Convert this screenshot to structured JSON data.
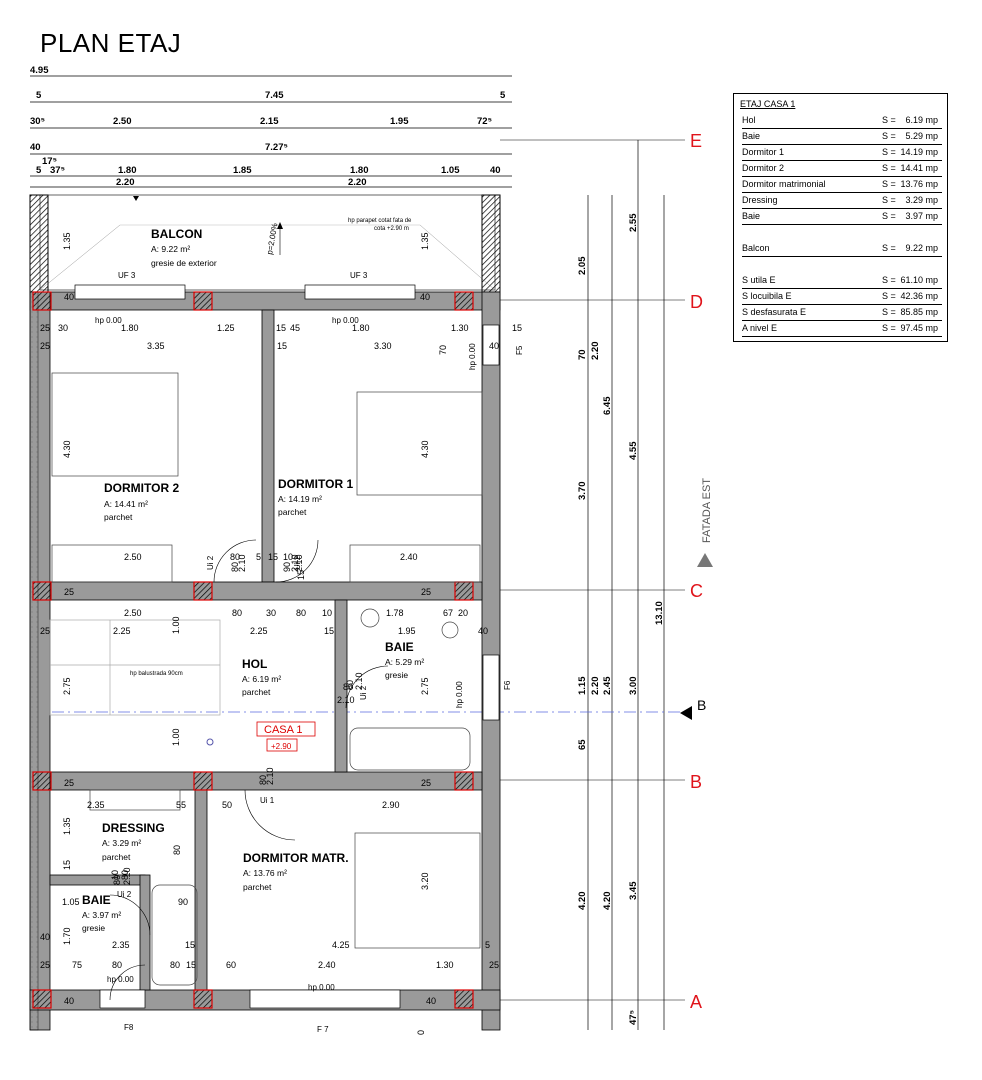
{
  "title": "PLAN ETAJ",
  "table": {
    "header": "ETAJ CASA 1",
    "rows": [
      {
        "name": "Hol",
        "value": "6.19 mp"
      },
      {
        "name": "Baie",
        "value": "5.29 mp"
      },
      {
        "name": "Dormitor 1",
        "value": "14.19 mp"
      },
      {
        "name": "Dormitor 2",
        "value": "14.41 mp"
      },
      {
        "name": "Dormitor matrimonial",
        "value": "13.76 mp"
      },
      {
        "name": "Dressing",
        "value": "3.29 mp"
      },
      {
        "name": "Baie",
        "value": "3.97 mp"
      },
      {
        "name": "Balcon",
        "value": "9.22 mp"
      },
      {
        "name": "S utila E",
        "value": "61.10 mp"
      },
      {
        "name": "S locuibila E",
        "value": "42.36 mp"
      },
      {
        "name": "S desfasurata E",
        "value": "85.85 mp"
      },
      {
        "name": "A nivel E",
        "value": "97.45 mp"
      }
    ],
    "s_label": "S ="
  },
  "axes": {
    "e": "E",
    "d": "D",
    "c": "C",
    "b_right": "B",
    "b": "B",
    "a": "A"
  },
  "facade": "FATADA EST",
  "rooms": {
    "balcon": {
      "name": "BALCON",
      "area": "A: 9.22 m²",
      "finish": "gresie de exterior"
    },
    "dormitor2": {
      "name": "DORMITOR 2",
      "area": "A: 14.41 m²",
      "finish": "parchet"
    },
    "dormitor1": {
      "name": "DORMITOR 1",
      "area": "A: 14.19 m²",
      "finish": "parchet"
    },
    "hol": {
      "name": "HOL",
      "area": "A: 6.19 m²",
      "finish": "parchet"
    },
    "baie1": {
      "name": "BAIE",
      "area": "A: 5.29 m²",
      "finish": "gresie"
    },
    "dressing": {
      "name": "DRESSING",
      "area": "A: 3.29 m²",
      "finish": "parchet"
    },
    "dormitor_matr": {
      "name": "DORMITOR MATR.",
      "area": "A: 13.76 m²",
      "finish": "parchet"
    },
    "baie2": {
      "name": "BAIE",
      "area": "A: 3.97 m²",
      "finish": "gresie"
    }
  },
  "labels": {
    "casa": "CASA 1",
    "level": "+2.90",
    "parapet": "hp parapet cotat fata de",
    "parapet2": "cota +2.90 m",
    "slope": "p=2.00%",
    "balustrada": "hp balustrada 90cm",
    "uf3a": "UF 3",
    "uf3b": "UF 3",
    "hp_a": "hp 0.00",
    "hp_b": "hp 0.00",
    "hp_c": "hp 0.00",
    "hp_d": "hp 0.00",
    "hp_e": "hp 0.00",
    "hp_f": "hp 0.00",
    "hp_g": "hp 0.00",
    "f5": "F5",
    "f6": "F6",
    "f7": "F 7",
    "f8": "F8",
    "ui2a": "Ui 2",
    "ui2b": "Ui 2",
    "ui2c": "Ui 2",
    "ui2d": "Ui 2",
    "ui1": "Ui 1"
  },
  "top_dims": {
    "r1": [
      "4.95"
    ],
    "r2": [
      "5",
      "7.45",
      "5"
    ],
    "r3": [
      "30⁵",
      "2.50",
      "2.15",
      "1.95",
      "72⁵"
    ],
    "r4": [
      "40",
      "7.27⁵"
    ],
    "r5": [
      "17⁵",
      "5",
      "37⁵",
      "1.80",
      "1.85",
      "1.80",
      "1.05",
      "40"
    ],
    "r6": [
      "2.20",
      "2.20"
    ]
  },
  "right_dims": {
    "c1": [
      "2.05",
      "70",
      "1.15",
      "65",
      "4.20"
    ],
    "c2": [
      "2.20",
      "3.70",
      "2.20",
      "4.20"
    ],
    "c3": [
      "6.45",
      "2.45"
    ],
    "c4": [
      "2.55",
      "4.55",
      "3.00",
      "3.45",
      "47⁵"
    ],
    "total": "13.10"
  },
  "inner_dims": [
    "1.35",
    "1.35",
    "40",
    "40",
    "25",
    "30",
    "1.80",
    "1.25",
    "15",
    "45",
    "1.80",
    "1.30",
    "15",
    "25",
    "3.35",
    "15",
    "3.30",
    "70",
    "40",
    "4.30",
    "4.30",
    "2.50",
    "80",
    "5",
    "15",
    "10",
    "2.40",
    "25",
    "25",
    "2.50",
    "80",
    "30",
    "80",
    "10",
    "1.78",
    "67",
    "20",
    "25",
    "2.25",
    "1.00",
    "2.25",
    "15",
    "1.95",
    "40",
    "2.75",
    "2.75",
    "1.00",
    "80",
    "2.10",
    "25",
    "25",
    "2.35",
    "55",
    "50",
    "2.90",
    "1.35",
    "80",
    "15",
    "80",
    "2.10",
    "90",
    "1.05",
    "1.70",
    "2.35",
    "15",
    "4.25",
    "5",
    "40",
    "25",
    "75",
    "80",
    "80",
    "15",
    "60",
    "2.40",
    "1.30",
    "25",
    "40",
    "40",
    "3.20",
    "80",
    "2.10",
    "90",
    "2.10",
    "80",
    "2.10",
    "80",
    "2.10",
    "10",
    "80",
    "2.10",
    "15",
    "0"
  ]
}
